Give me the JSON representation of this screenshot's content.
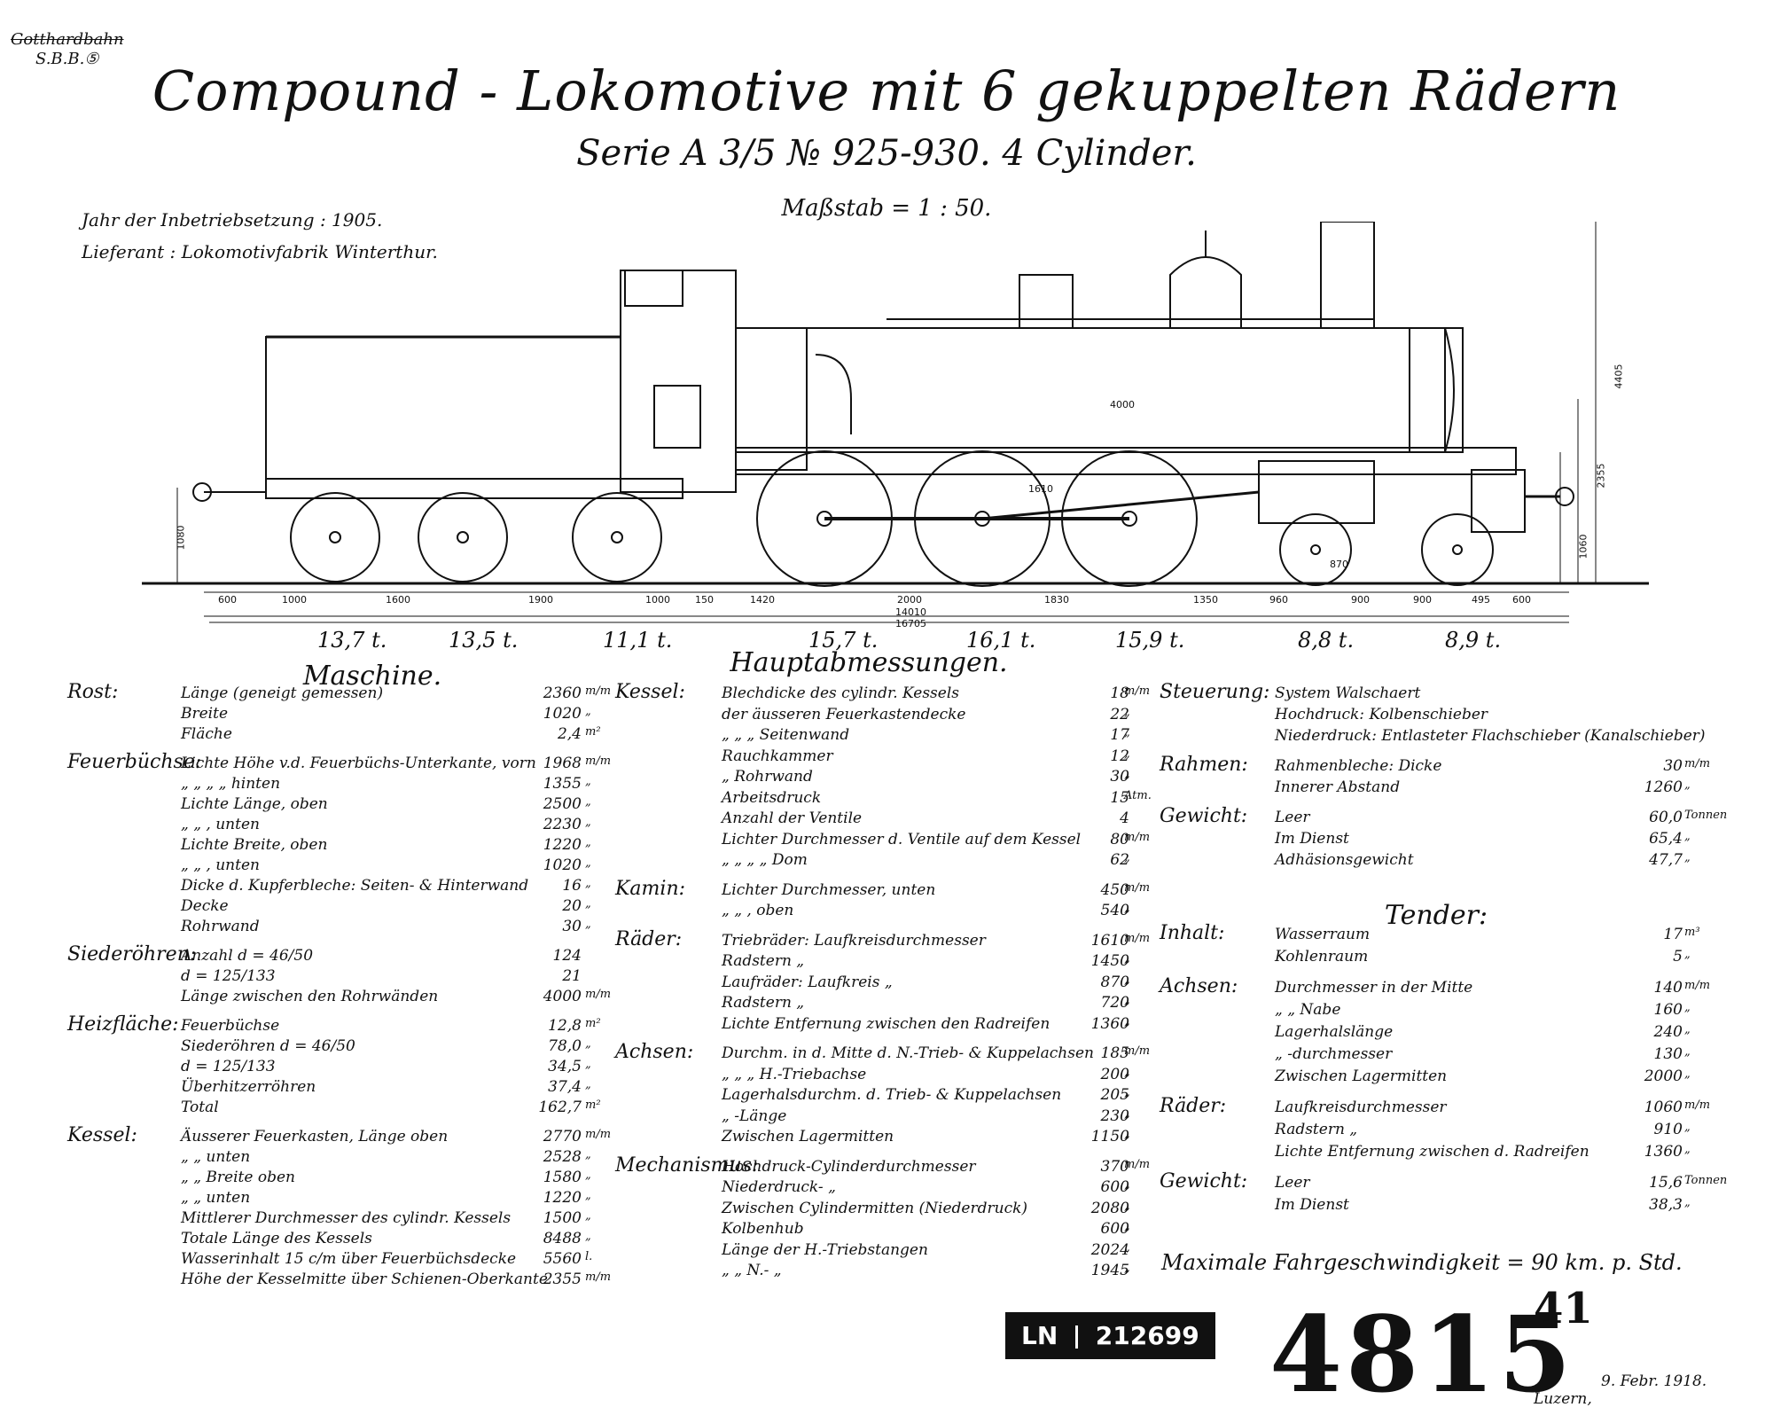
{
  "header": {
    "railway_struck": "Gotthardbahn",
    "railway": "S.B.B.⑤"
  },
  "title": "Compound - Lokomotive mit 6 gekuppelten Rädern",
  "subtitle": "Serie A 3/5 № 925-930. 4 Cylinder.",
  "scale": "Maßstab = 1 : 50.",
  "meta": {
    "commissioning": "Jahr der Inbetriebsetzung : 1905.",
    "supplier": "Lieferant : Lokomotivfabrik Winterthur."
  },
  "drawing": {
    "top_dims": [
      "4000",
      "4405",
      "2355",
      "1060",
      "1080"
    ],
    "spacing_dims": [
      "600",
      "1000",
      "1600",
      "1900",
      "1000",
      "150",
      "1420",
      "2000",
      "1830",
      "1350",
      "960",
      "900",
      "900",
      "495",
      "600"
    ],
    "totals": [
      "14010",
      "16705"
    ],
    "wheel_labels": [
      "1610",
      "870"
    ],
    "axle_loads": [
      "13,7 t.",
      "13,5 t.",
      "11,1 t.",
      "15,7 t.",
      "16,1 t.",
      "15,9 t.",
      "8,8 t.",
      "8,9 t."
    ]
  },
  "main_heading": "Hauptabmessungen.",
  "machine_heading": "Maschine.",
  "col1": [
    {
      "group": "Rost:",
      "label": "Länge (geneigt gemessen)",
      "value": "2360",
      "unit": "m/m"
    },
    {
      "group": "",
      "label": "Breite",
      "value": "1020",
      "unit": "„"
    },
    {
      "group": "",
      "label": "Fläche",
      "value": "2,4",
      "unit": "m²"
    },
    {
      "group": "Feuerbüchse:",
      "label": "Lichte Höhe v.d. Feuerbüchs-Unterkante, vorn",
      "value": "1968",
      "unit": "m/m"
    },
    {
      "group": "",
      "label": "„ „ „ „ hinten",
      "value": "1355",
      "unit": "„"
    },
    {
      "group": "",
      "label": "Lichte Länge, oben",
      "value": "2500",
      "unit": "„"
    },
    {
      "group": "",
      "label": "„ „ , unten",
      "value": "2230",
      "unit": "„"
    },
    {
      "group": "",
      "label": "Lichte Breite, oben",
      "value": "1220",
      "unit": "„"
    },
    {
      "group": "",
      "label": "„ „ , unten",
      "value": "1020",
      "unit": "„"
    },
    {
      "group": "",
      "label": "Dicke d. Kupferbleche: Seiten- & Hinterwand",
      "value": "16",
      "unit": "„"
    },
    {
      "group": "",
      "label": "Decke",
      "value": "20",
      "unit": "„"
    },
    {
      "group": "",
      "label": "Rohrwand",
      "value": "30",
      "unit": "„"
    },
    {
      "group": "Siederöhren:",
      "label": "Anzahl d = 46/50",
      "value": "124",
      "unit": ""
    },
    {
      "group": "",
      "label": "d = 125/133",
      "value": "21",
      "unit": ""
    },
    {
      "group": "",
      "label": "Länge zwischen den Rohrwänden",
      "value": "4000",
      "unit": "m/m"
    },
    {
      "group": "Heizfläche:",
      "label": "Feuerbüchse",
      "value": "12,8",
      "unit": "m²"
    },
    {
      "group": "",
      "label": "Siederöhren d = 46/50",
      "value": "78,0",
      "unit": "„"
    },
    {
      "group": "",
      "label": "d = 125/133",
      "value": "34,5",
      "unit": "„"
    },
    {
      "group": "",
      "label": "Überhitzerröhren",
      "value": "37,4",
      "unit": "„"
    },
    {
      "group": "",
      "label": "Total",
      "value": "162,7",
      "unit": "m²"
    },
    {
      "group": "Kessel:",
      "label": "Äusserer Feuerkasten, Länge oben",
      "value": "2770",
      "unit": "m/m"
    },
    {
      "group": "",
      "label": "„ „ unten",
      "value": "2528",
      "unit": "„"
    },
    {
      "group": "",
      "label": "„ „ Breite oben",
      "value": "1580",
      "unit": "„"
    },
    {
      "group": "",
      "label": "„ „ unten",
      "value": "1220",
      "unit": "„"
    },
    {
      "group": "",
      "label": "Mittlerer Durchmesser des cylindr. Kessels",
      "value": "1500",
      "unit": "„"
    },
    {
      "group": "",
      "label": "Totale Länge des Kessels",
      "value": "8488",
      "unit": "„"
    },
    {
      "group": "",
      "label": "Wasserinhalt 15 c/m über Feuerbüchsdecke",
      "value": "5560",
      "unit": "l."
    },
    {
      "group": "",
      "label": "Höhe der Kesselmitte über Schienen-Oberkante",
      "value": "2355",
      "unit": "m/m"
    }
  ],
  "col2": [
    {
      "group": "Kessel:",
      "label": "Blechdicke des cylindr. Kessels",
      "value": "18",
      "unit": "m/m"
    },
    {
      "group": "",
      "label": "der äusseren Feuerkastendecke",
      "value": "22",
      "unit": "„"
    },
    {
      "group": "",
      "label": "„ „ „ Seitenwand",
      "value": "17",
      "unit": "„"
    },
    {
      "group": "",
      "label": "Rauchkammer",
      "value": "12",
      "unit": "„"
    },
    {
      "group": "",
      "label": "„ Rohrwand",
      "value": "30",
      "unit": "„"
    },
    {
      "group": "",
      "label": "Arbeitsdruck",
      "value": "15",
      "unit": "Atm."
    },
    {
      "group": "",
      "label": "Anzahl der Ventile",
      "value": "4",
      "unit": ""
    },
    {
      "group": "",
      "label": "Lichter Durchmesser d. Ventile auf dem Kessel",
      "value": "80",
      "unit": "m/m"
    },
    {
      "group": "",
      "label": "„ „ „ „ Dom",
      "value": "62",
      "unit": "„"
    },
    {
      "group": "Kamin:",
      "label": "Lichter Durchmesser, unten",
      "value": "450",
      "unit": "m/m"
    },
    {
      "group": "",
      "label": "„ „ , oben",
      "value": "540",
      "unit": "„"
    },
    {
      "group": "Räder:",
      "label": "Triebräder: Laufkreisdurchmesser",
      "value": "1610",
      "unit": "m/m"
    },
    {
      "group": "",
      "label": "Radstern „",
      "value": "1450",
      "unit": "„"
    },
    {
      "group": "",
      "label": "Laufräder: Laufkreis „",
      "value": "870",
      "unit": "„"
    },
    {
      "group": "",
      "label": "Radstern „",
      "value": "720",
      "unit": "„"
    },
    {
      "group": "",
      "label": "Lichte Entfernung zwischen den Radreifen",
      "value": "1360",
      "unit": "„"
    },
    {
      "group": "Achsen:",
      "label": "Durchm. in d. Mitte d. N.-Trieb- & Kuppelachsen",
      "value": "185",
      "unit": "m/m"
    },
    {
      "group": "",
      "label": "„ „ „ H.-Triebachse",
      "value": "200",
      "unit": "„"
    },
    {
      "group": "",
      "label": "Lagerhalsdurchm. d. Trieb- & Kuppelachsen",
      "value": "205",
      "unit": "„"
    },
    {
      "group": "",
      "label": "„ -Länge",
      "value": "230",
      "unit": "„"
    },
    {
      "group": "",
      "label": "Zwischen Lagermitten",
      "value": "1150",
      "unit": "„"
    },
    {
      "group": "Mechanismus:",
      "label": "Hochdruck-Cylinderdurchmesser",
      "value": "370",
      "unit": "m/m"
    },
    {
      "group": "",
      "label": "Niederdruck- „",
      "value": "600",
      "unit": "„"
    },
    {
      "group": "",
      "label": "Zwischen Cylindermitten (Niederdruck)",
      "value": "2080",
      "unit": "„"
    },
    {
      "group": "",
      "label": "Kolbenhub",
      "value": "600",
      "unit": "„"
    },
    {
      "group": "",
      "label": "Länge der H.-Triebstangen",
      "value": "2024",
      "unit": "„"
    },
    {
      "group": "",
      "label": "„ „ N.- „",
      "value": "1945",
      "unit": "„"
    }
  ],
  "col3": [
    {
      "group": "Steuerung:",
      "label": "System Walschaert",
      "value": "",
      "unit": ""
    },
    {
      "group": "",
      "label": "Hochdruck: Kolbenschieber",
      "value": "",
      "unit": ""
    },
    {
      "group": "",
      "label": "Niederdruck: Entlasteter Flachschieber (Kanalschieber)",
      "value": "",
      "unit": ""
    },
    {
      "group": "Rahmen:",
      "label": "Rahmenbleche: Dicke",
      "value": "30",
      "unit": "m/m"
    },
    {
      "group": "",
      "label": "Innerer Abstand",
      "value": "1260",
      "unit": "„"
    },
    {
      "group": "Gewicht:",
      "label": "Leer",
      "value": "60,0",
      "unit": "Tonnen"
    },
    {
      "group": "",
      "label": "Im Dienst",
      "value": "65,4",
      "unit": "„"
    },
    {
      "group": "",
      "label": "Adhäsionsgewicht",
      "value": "47,7",
      "unit": "„"
    }
  ],
  "tender_heading": "Tender:",
  "col3_tender": [
    {
      "group": "Inhalt:",
      "label": "Wasserraum",
      "value": "17",
      "unit": "m³"
    },
    {
      "group": "",
      "label": "Kohlenraum",
      "value": "5",
      "unit": "„"
    },
    {
      "group": "Achsen:",
      "label": "Durchmesser in der Mitte",
      "value": "140",
      "unit": "m/m"
    },
    {
      "group": "",
      "label": "„ „ Nabe",
      "value": "160",
      "unit": "„"
    },
    {
      "group": "",
      "label": "Lagerhalslänge",
      "value": "240",
      "unit": "„"
    },
    {
      "group": "",
      "label": "„ -durchmesser",
      "value": "130",
      "unit": "„"
    },
    {
      "group": "",
      "label": "Zwischen Lagermitten",
      "value": "2000",
      "unit": "„"
    },
    {
      "group": "Räder:",
      "label": "Laufkreisdurchmesser",
      "value": "1060",
      "unit": "m/m"
    },
    {
      "group": "",
      "label": "Radstern „",
      "value": "910",
      "unit": "„"
    },
    {
      "group": "",
      "label": "Lichte Entfernung zwischen d. Radreifen",
      "value": "1360",
      "unit": "„"
    },
    {
      "group": "Gewicht:",
      "label": "Leer",
      "value": "15,6",
      "unit": "Tonnen"
    },
    {
      "group": "",
      "label": "Im Dienst",
      "value": "38,3",
      "unit": "„"
    }
  ],
  "max_speed": "Maximale Fahrgeschwindigkeit = 90 km. p. Std.",
  "stamp": {
    "prefix": "LN",
    "number": "212699"
  },
  "drawing_number": "4815",
  "drawing_number_sup": "41",
  "footer": {
    "date": "9. Febr. 1918.",
    "place": "Luzern,"
  }
}
